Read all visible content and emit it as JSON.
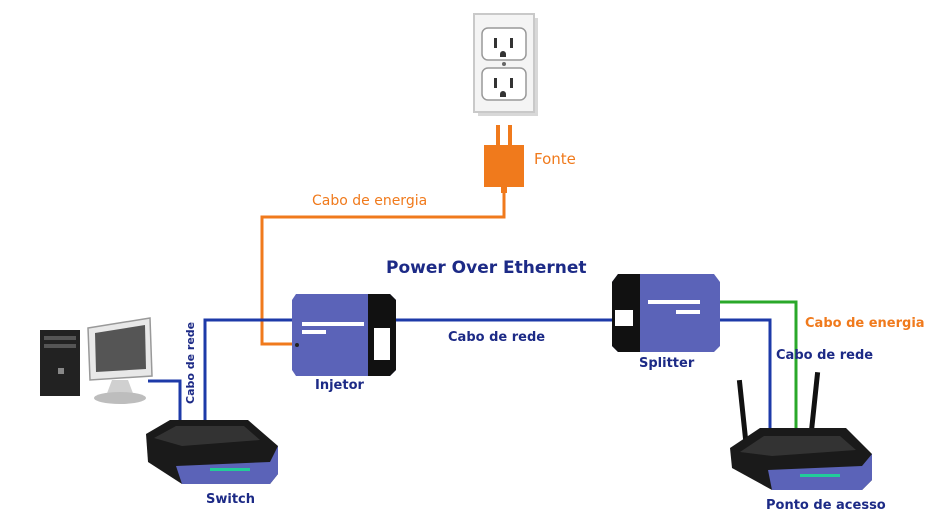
{
  "title": "Power Over Ethernet",
  "labels": {
    "fonte": "Fonte",
    "cabo_energia_top": "Cabo de energia",
    "cabo_energia_right": "Cabo de energia",
    "cabo_rede_mid": "Cabo de rede",
    "cabo_rede_right": "Cabo de rede",
    "cabo_rede_vertical": "Cabo de rede",
    "injetor": "Injetor",
    "splitter": "Splitter",
    "switch": "Switch",
    "ponto_acesso": "Ponto de acesso"
  },
  "colors": {
    "power": "#f07a1c",
    "network": "#1d3aa8",
    "green_power": "#2aa82a",
    "device_blue": "#5b63b8",
    "device_black": "#111111"
  }
}
